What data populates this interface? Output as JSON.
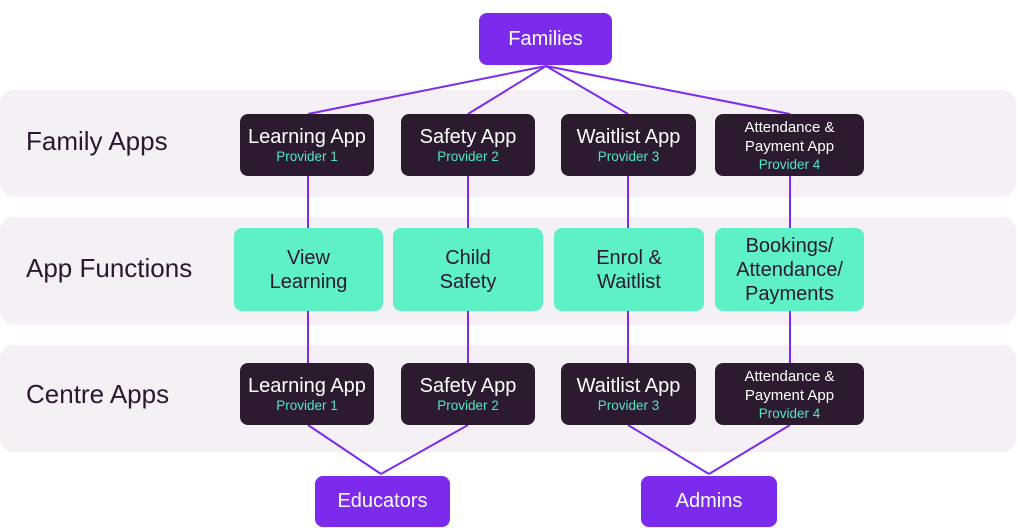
{
  "top": {
    "families": "Families"
  },
  "bands": {
    "family_apps": "Family Apps",
    "app_functions": "App Functions",
    "centre_apps": "Centre Apps"
  },
  "family_apps": [
    {
      "title": "Learning App",
      "provider": "Provider 1"
    },
    {
      "title": "Safety App",
      "provider": "Provider 2"
    },
    {
      "title": "Waitlist App",
      "provider": "Provider 3"
    },
    {
      "title_line1": "Attendance &",
      "title_line2": "Payment App",
      "provider": "Provider 4"
    }
  ],
  "functions": [
    {
      "line1": "View",
      "line2": "Learning"
    },
    {
      "line1": "Child",
      "line2": "Safety"
    },
    {
      "line1": "Enrol &",
      "line2": "Waitlist"
    },
    {
      "line1": "Bookings/",
      "line2": "Attendance/",
      "line3": "Payments"
    }
  ],
  "centre_apps": [
    {
      "title": "Learning App",
      "provider": "Provider 1"
    },
    {
      "title": "Safety App",
      "provider": "Provider 2"
    },
    {
      "title": "Waitlist App",
      "provider": "Provider 3"
    },
    {
      "title_line1": "Attendance &",
      "title_line2": "Payment App",
      "provider": "Provider 4"
    }
  ],
  "bottom": {
    "educators": "Educators",
    "admins": "Admins"
  },
  "colors": {
    "brand_purple": "#7c2bec",
    "dark_node": "#2c1a2e",
    "mint": "#5ef0c6",
    "provider_text": "#4fe8c4",
    "band_bg": "#f5f0f5"
  }
}
